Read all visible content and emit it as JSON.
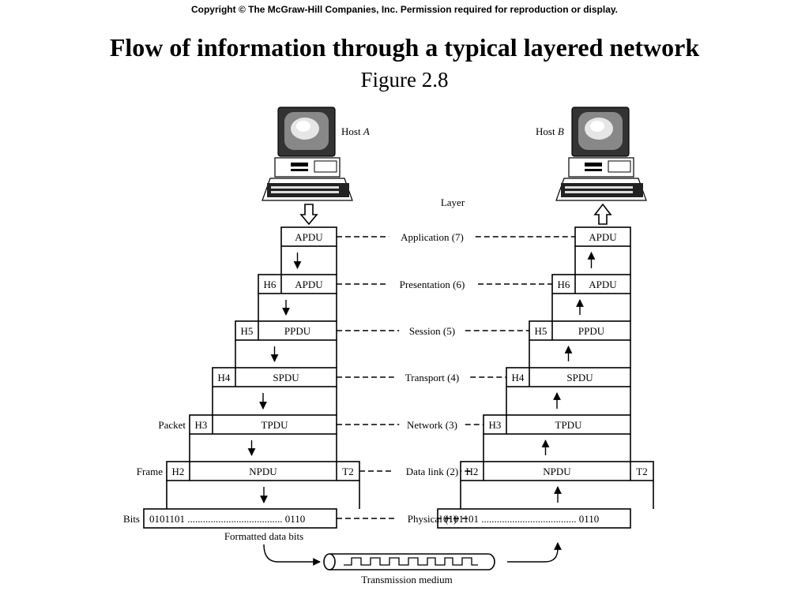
{
  "header": {
    "copyright": "Copyright © The McGraw-Hill Companies, Inc. Permission required for reproduction or display.",
    "title": "Flow of information through a typical layered network",
    "subtitle": "Figure 2.8"
  },
  "hosts": {
    "a": "Host A",
    "b": "Host B"
  },
  "layer_heading": "Layer",
  "layers": [
    {
      "name": "Application (7)",
      "header": "",
      "payload": "APDU",
      "trailer": "",
      "side_label": ""
    },
    {
      "name": "Presentation (6)",
      "header": "H6",
      "payload": "APDU",
      "trailer": "",
      "side_label": ""
    },
    {
      "name": "Session (5)",
      "header": "H5",
      "payload": "PPDU",
      "trailer": "",
      "side_label": ""
    },
    {
      "name": "Transport (4)",
      "header": "H4",
      "payload": "SPDU",
      "trailer": "",
      "side_label": ""
    },
    {
      "name": "Network (3)",
      "header": "H3",
      "payload": "TPDU",
      "trailer": "",
      "side_label": "Packet"
    },
    {
      "name": "Data link (2)",
      "header": "H2",
      "payload": "NPDU",
      "trailer": "T2",
      "side_label": "Frame"
    },
    {
      "name": "Physical (1)",
      "header": "",
      "payload": "0101101 ..................................... 0110",
      "trailer": "",
      "side_label": "Bits"
    }
  ],
  "bottom": {
    "formatted_label": "Formatted data bits",
    "medium_label": "Transmission medium"
  }
}
